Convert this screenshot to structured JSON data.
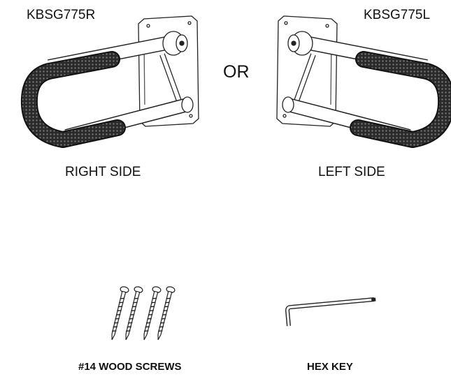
{
  "models": {
    "right_code": "KBSG775R",
    "left_code": "KBSG775L",
    "right_side": "RIGHT SIDE",
    "left_side": "LEFT SIDE",
    "separator": "OR"
  },
  "parts": {
    "screws_label": "#14 WOOD SCREWS",
    "hex_key_label": "HEX KEY"
  },
  "icons": [
    "grab-bar-right-illustration",
    "grab-bar-left-illustration",
    "wood-screw-icon",
    "hex-key-icon"
  ]
}
